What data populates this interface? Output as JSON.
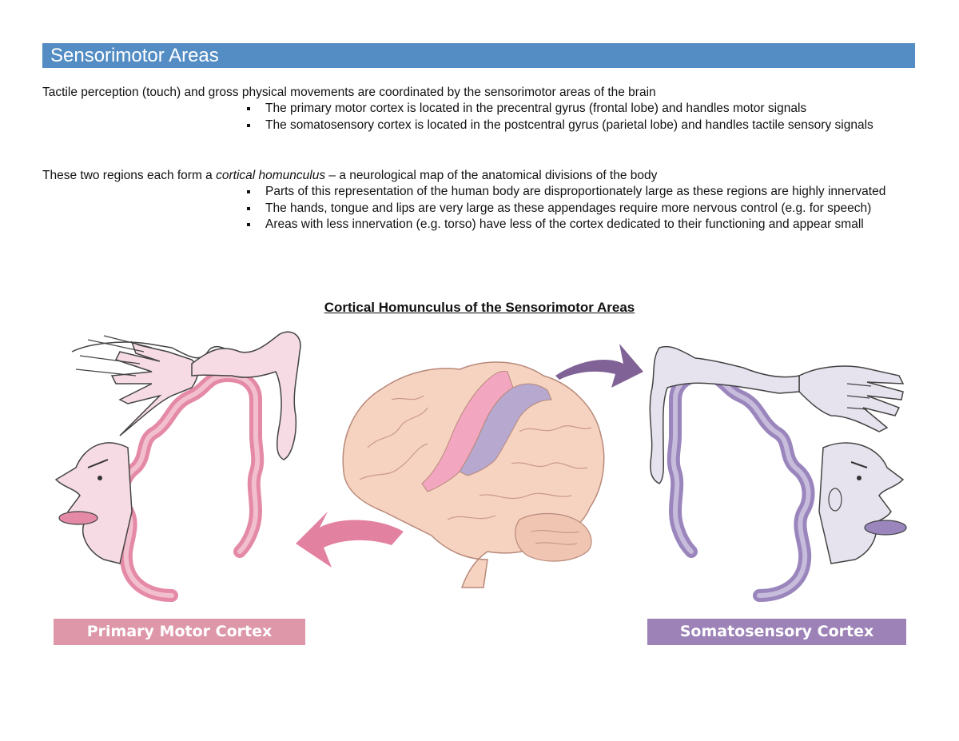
{
  "header": {
    "title": "Sensorimotor Areas"
  },
  "section1": {
    "intro": "Tactile perception (touch) and gross physical movements are coordinated by the sensorimotor areas of the brain",
    "bullets": [
      "The primary motor cortex is located in the precentral gyrus (frontal lobe) and handles motor signals",
      "The somatosensory cortex is located in the postcentral gyrus (parietal lobe) and handles tactile sensory signals"
    ]
  },
  "section2": {
    "intro_before": "These two regions each form a ",
    "intro_emphasis": "cortical homunculus",
    "intro_after": " – a neurological map of the anatomical divisions of the body",
    "bullets": [
      "Parts of this representation of the human body are disproportionately large as these regions are highly innervated",
      "The hands, tongue and lips are very large as these appendages require more nervous control (e.g. for speech)",
      "Areas with less innervation (e.g. torso) have less of the cortex dedicated to their functioning and appear small"
    ]
  },
  "figure": {
    "title": "Cortical Homunculus of the Sensorimotor Areas",
    "left_label": "Primary Motor Cortex",
    "right_label": "Somatosensory Cortex",
    "colors": {
      "motor": "#e58aa6",
      "motor_light": "#f6dbe4",
      "somato": "#9a86bd",
      "somato_light": "#e6e3ef",
      "brain": "#f6d3c0",
      "brain_outline": "#b8897a",
      "arrow_pink": "#e27a9c",
      "arrow_purple": "#7a5a91"
    }
  }
}
